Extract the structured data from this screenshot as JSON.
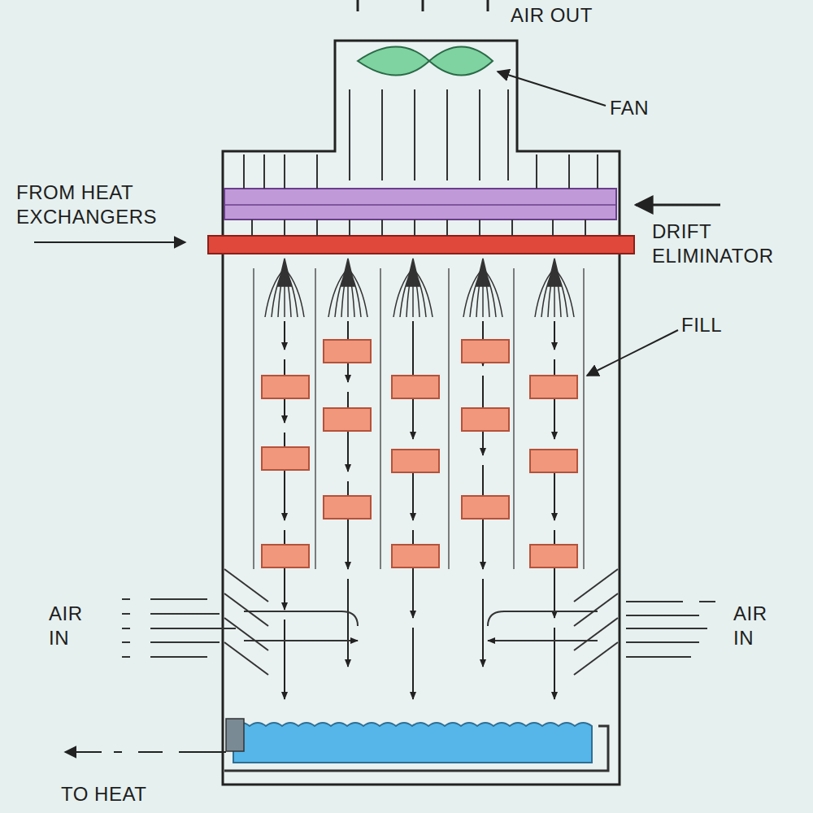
{
  "diagram": {
    "labels": [
      "AIR OUT",
      "FAN",
      "FROM HEAT EXCHANGERS",
      "DRIFT ELIMINATOR",
      "FILL",
      "AIR IN",
      "AIR IN",
      "TO HEAT"
    ]
  }
}
